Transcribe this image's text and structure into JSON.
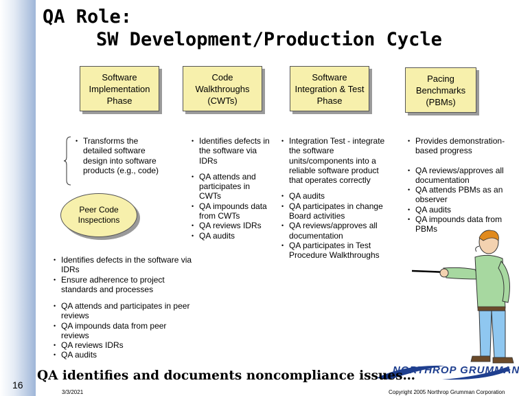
{
  "title": {
    "line1": "QA Role:",
    "line2": "SW Development/Production Cycle"
  },
  "boxes": {
    "impl": "Software Implementation Phase",
    "walk": "Code Walkthroughs (CWTs)",
    "integ": "Software Integration & Test Phase",
    "pbm": "Pacing Benchmarks (PBMs)"
  },
  "oval": {
    "peer": "Peer Code Inspections"
  },
  "columns": {
    "impl": [
      "Transforms the detailed software design into software products (e.g., code)"
    ],
    "walk": [
      "Identifies defects in the software via IDRs",
      "QA attends and participates  in CWTs",
      "QA impounds data from CWTs",
      "QA reviews IDRs",
      "QA audits"
    ],
    "integ": [
      "Integration Test - integrate the software units/components into a reliable software product that operates correctly",
      "QA audits",
      "QA participates in change Board activities",
      "QA reviews/approves all documentation",
      "QA participates in Test Procedure Walkthroughs"
    ],
    "pbm": [
      "Provides demonstration-based progress",
      "QA reviews/approves all documentation",
      "QA attends PBMs as an observer",
      "QA audits",
      "QA impounds data from PBMs"
    ],
    "peer1": [
      "Identifies defects in the software via IDRs",
      "Ensure adherence to project standards and processes"
    ],
    "peer2": [
      "QA attends and participates in peer reviews",
      "QA impounds data from peer reviews",
      "QA reviews IDRs",
      "QA audits"
    ]
  },
  "footer": {
    "text": "QA identifies and documents noncompliance issues…",
    "page_number": "16",
    "date": "3/3/2021",
    "copyright": "Copyright 2005 Northrop Grumman Corporation",
    "logo": "NORTHROP GRUMMAN"
  },
  "colors": {
    "box_fill": "#f7f0ac",
    "logo_blue": "#1f3f8f",
    "figure_shirt": "#a7d8a0"
  },
  "icons": {
    "figure": "presenter-pointing-icon",
    "logo": "northrop-grumman-logo"
  }
}
